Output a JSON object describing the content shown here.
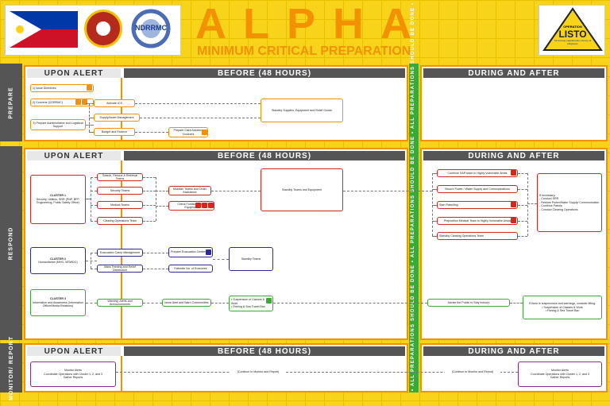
{
  "header": {
    "title": "A L P H A",
    "subtitle": "MINIMUM CRITICAL PREPARATION",
    "operation_logo": {
      "top": "OPERATION",
      "main": "LISTO",
      "tagline": "Sa tamang paghahanda, kamay sa kaligtasan"
    },
    "ndrrmc_logo": "NDRRMC"
  },
  "bands": {
    "prepare": "PREPARE",
    "respond": "RESPOND",
    "monitor": "MONITOR/ REPORT"
  },
  "column_headers": {
    "upon_alert": "UPON ALERT",
    "before": "BEFORE (48 HOURS)",
    "during": "DURING AND AFTER"
  },
  "divider_text": "• ALL PREPARATIONS SHOULD BE DONE • ALL PREPARATIONS SHOULD BE DONE • ALL PREPARATIONS SHOULD BE DONE •",
  "prepare": {
    "issue": "1) Issue Directives",
    "convene": "2) Convene (CDRRMC)",
    "prepare_admin": "3) Prepare Administrative and Logistical Support",
    "activate_ics": "Activate ICS",
    "supply_mgmt": "Supply/Asset Management",
    "budget": "Budget and Finance",
    "prepare_cash": "Prepare Cash Advance Vouchers",
    "standby_supplies": "Standby Supplies, Equipment and Relief Goods"
  },
  "respond": {
    "cluster1_title": "CLUSTER 1",
    "cluster1_body": "Security, Utilities, SRR (PNP, BFP, Engineering, Public Safety Office)",
    "c1_items": [
      "Search, Rescue & Retrieval Teams",
      "Security Teams",
      "Medical Teams",
      "Clearing Operations Team"
    ],
    "mobilize": "Mobilize Teams and Order Assistance",
    "check_functionality": "Check Functionality of Equipment",
    "standby_teams": "Standby Teams and Equipment",
    "cluster2_title": "CLUSTER 2",
    "cluster2_body": "Humanitarian (MHO, MSWDO)",
    "c2_items": [
      "Evacuation Camp Management",
      "Mass Feeding and Relief Distribution"
    ],
    "prepare_evac": "Prepare Evacuation Centers",
    "estimate_evac": "Estimate No. of Evacuees",
    "standby_teams2": "Standby Teams",
    "cluster3_title": "CLUSTER 3",
    "cluster3_body": "Information and Awareness (Information Officer/Media Relations)",
    "warning": "Warning, Alerts and Announcements",
    "issue_alert": "Issue Alert and Warn Communities",
    "suspension": "• Suspension of Classes & Work",
    "fishing": "• Fishing & Sea Travel Ban",
    "during_items": [
      "Continue SAR team to Highly Vulnerable Areas",
      "Secure Power / Water Supply and Communications",
      "Start Patrolling",
      "Preposition Medical Team to Highly Vulnerable Areas",
      "Standby Clearing Operations Team"
    ],
    "if_necessary": "If necessary:",
    "if_list": "- Conduct SRR\n- Restore Power/Water Supply/ Communication\n- Continue Patrols\n- Conduct Clearing Operations",
    "advise": "Advise the Public to Stay Indoors",
    "if_there": "If there is suspensions and warnings, consider lifting:",
    "lift1": "• Suspension of Classes & Work",
    "lift2": "• Fishing & Sea Travel Ban"
  },
  "monitor": {
    "left_title": "Monitor Alerts",
    "left_body": "Coordinate Operations with Cluster 1, 2, and 3",
    "left_gather": "Gather Reports",
    "continue1": "(Continue to Monitor and Report)",
    "continue2": "(Continue to Monitor and Report)",
    "right_title": "Monitor Alerts",
    "right_body": "Coordinate Operations with Cluster 1, 2, and 3",
    "right_gather": "Gather Reports"
  },
  "colors": {
    "orange": "#f39200",
    "red": "#d7261e",
    "blue": "#2a2a9a",
    "green": "#3aa935",
    "yellow": "#f7d31a",
    "gray": "#555555"
  }
}
